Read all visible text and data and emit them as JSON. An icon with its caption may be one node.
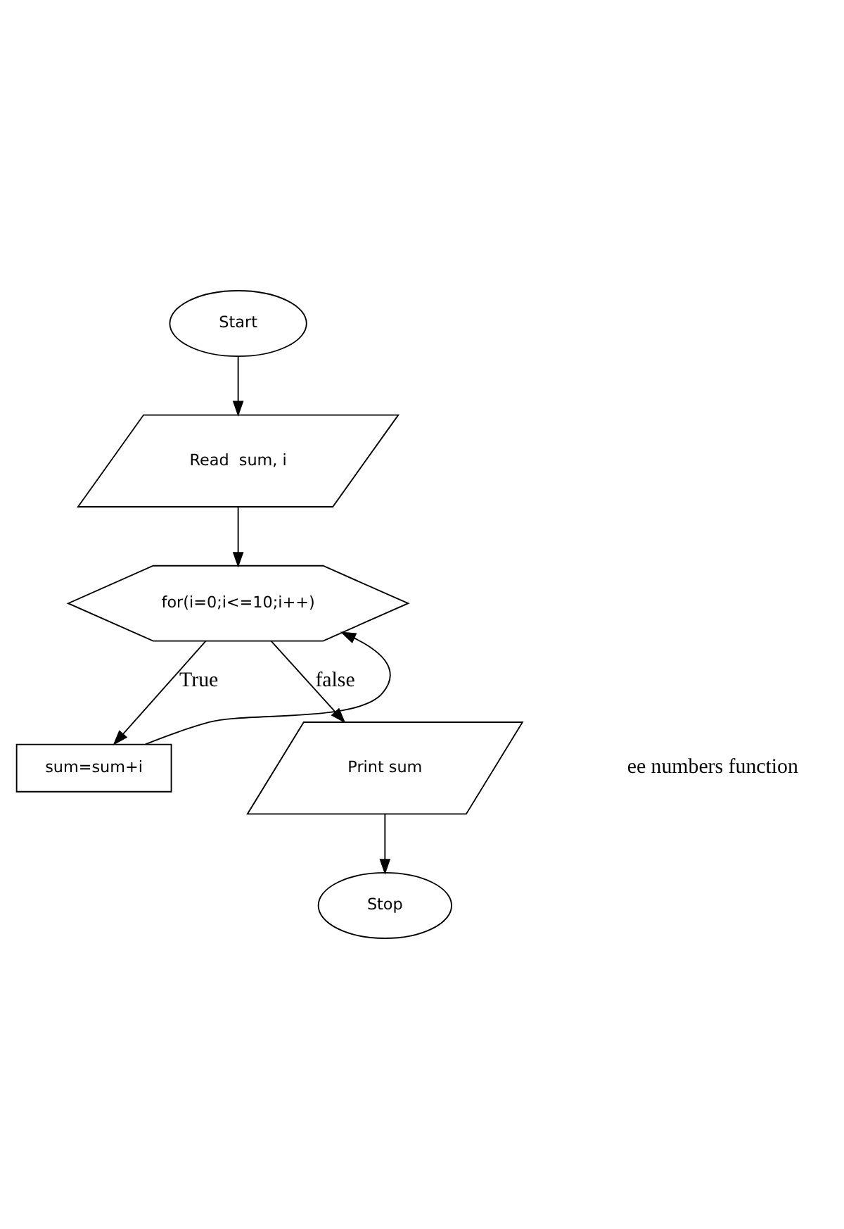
{
  "diagram": {
    "nodes": [
      {
        "text": [
          "Start"
        ]
      },
      {
        "text": [
          "Read  sum, i"
        ]
      },
      {
        "text": [
          "for(i=0;i<=10;i++)"
        ]
      },
      {
        "text": [
          "sum=sum+i"
        ]
      },
      {
        "text": [
          "Print sum"
        ]
      },
      {
        "text": [
          "Stop"
        ]
      }
    ],
    "edges": [
      {
        "from": 0,
        "to": 1,
        "arrow": "to"
      },
      {
        "from": 1,
        "to": 2,
        "arrow": "to"
      },
      {
        "from": 2,
        "to": 3,
        "arrow": "to",
        "label": "True"
      },
      {
        "from": 3,
        "to": 2,
        "arrow": "to"
      },
      {
        "from": 2,
        "to": 4,
        "arrow": "to",
        "label": "false"
      },
      {
        "from": 4,
        "to": 5,
        "arrow": "to"
      }
    ],
    "labels": [
      "ee numbers function"
    ]
  }
}
